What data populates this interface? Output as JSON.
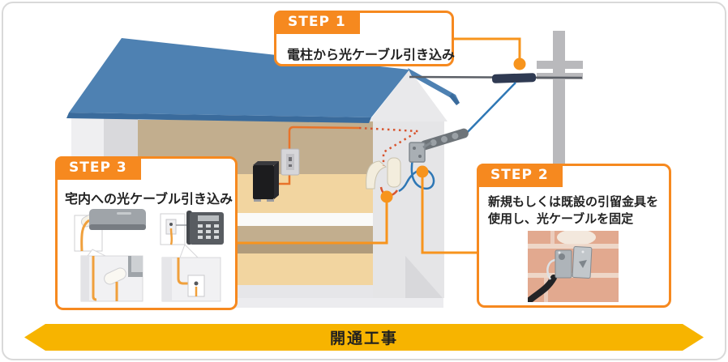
{
  "steps": [
    {
      "label": "STEP 1",
      "description": "電柱から光ケーブル引き込み"
    },
    {
      "label": "STEP 2",
      "description_line1": "新規もしくは既設の引留金具を",
      "description_line2": "使用し、光ケーブルを固定"
    },
    {
      "label": "STEP 3",
      "description": "宅内への光ケーブル引き込み"
    }
  ],
  "banner": {
    "label": "開通工事"
  },
  "colors": {
    "callout_border_orange": "#f6891f",
    "connector_orange": "#f7941d",
    "banner_yellow": "#f7b400",
    "roof_blue": "#4e81b2",
    "roof_edge_blue": "#3a6b9c",
    "aerial_cable_gray": "#5b5f66",
    "closure_navy": "#2f3a52",
    "drop_cable_blue": "#2e77b5",
    "indoor_cable_orange": "#e8732a",
    "hidden_cable_red": "#d8552f",
    "wall_tan": "#c2ae8e",
    "wainscot_cream": "#f2d5a0",
    "exterior_gray": "#e5e5e7",
    "pole_gray": "#b9b9bc",
    "text_dark": "#222222"
  },
  "illustration_parts": [
    "house",
    "blue-roof",
    "gable-wall",
    "utility-pole",
    "crossarms",
    "aerial-cable",
    "cable-closure",
    "drop-cable",
    "wedge-clamp",
    "anchor-bracket",
    "wall-conduits",
    "hidden-cable-dashed-route",
    "indoor-cable",
    "optical-outlet",
    "onu-router",
    "air-conditioner",
    "telephone",
    "wall-detail-panels",
    "anchor-fitting-photo",
    "callout-anchor-dots"
  ]
}
